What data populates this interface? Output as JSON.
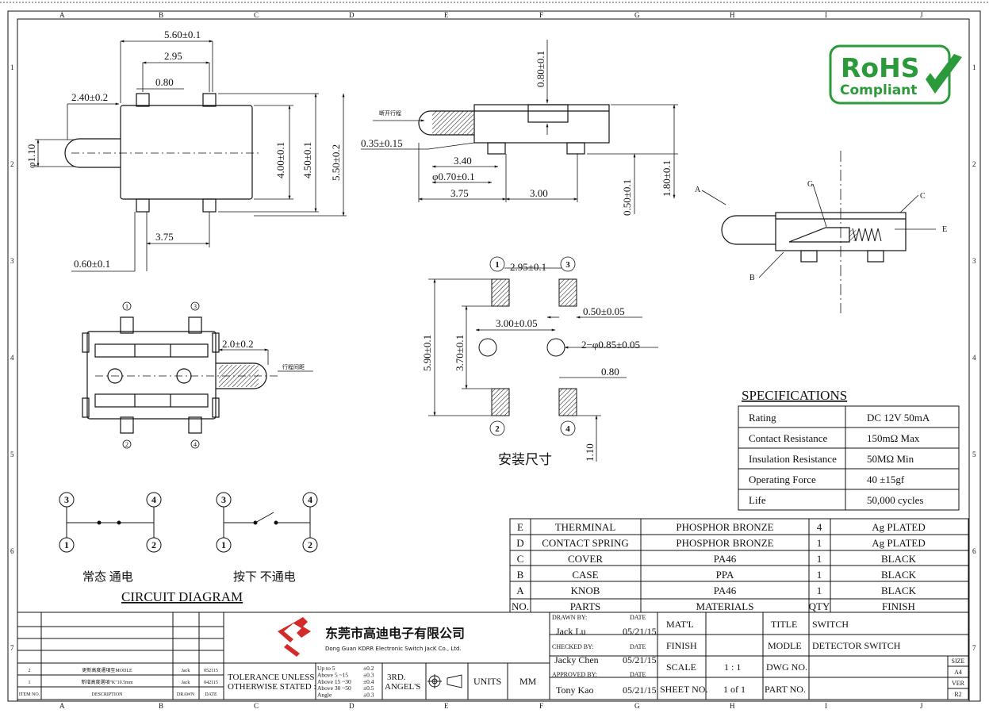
{
  "grid": {
    "cols": [
      "A",
      "B",
      "C",
      "D",
      "E",
      "F",
      "G",
      "H",
      "I",
      "J"
    ],
    "rows": [
      "1",
      "2",
      "3",
      "4",
      "5",
      "6",
      "7"
    ]
  },
  "top_view": {
    "dim_width": "5.60±0.1",
    "dim_pitch": "2.95",
    "dim_pin_w": "0.80",
    "dim_knob_len": "2.40±0.2",
    "dim_knob_dia": "φ1.10",
    "dim_body_h": "4.00±0.1",
    "dim_pin_span": "4.50±0.1",
    "dim_total_h": "5.50±0.2",
    "dim_pin_off": "3.75",
    "dim_pin_edge": "0.60±0.1"
  },
  "side_view": {
    "dim_top": "0.80±0.1",
    "dim_gap": "0.35±0.15",
    "label_travel": "断开行程",
    "dim_340": "3.40",
    "dim_pin_dia": "φ0.70±0.1",
    "dim_375": "3.75",
    "dim_300": "3.00",
    "dim_050": "0.50±0.1",
    "dim_180": "1.80±0.1"
  },
  "bottom_view": {
    "dim_knob_ext": "2.0±0.2",
    "label_travel_dist": "行程间距",
    "pins": [
      "1",
      "3",
      "2",
      "4"
    ]
  },
  "footprint": {
    "pin1": "1",
    "pin2": "2",
    "pin3": "3",
    "pin4": "4",
    "dim_pitch": "2.95±0.1",
    "dim_pad_w": "0.50±0.05",
    "dim_hole_pitch": "3.00±0.05",
    "dim_hole_dia": "2−φ0.85±0.05",
    "dim_pad_h": "0.80",
    "dim_total": "5.90±0.1",
    "dim_inner": "3.70±0.1",
    "dim_110": "1.10",
    "label": "安装尺寸"
  },
  "section_view": {
    "A": "A",
    "B": "B",
    "C": "C",
    "E": "E",
    "G": "G"
  },
  "logo": {
    "line1": "RoHS",
    "line2": "Compliant",
    "color": "#2a9a3a"
  },
  "circuit": {
    "title": "CIRCUIT DIAGRAM",
    "state1": "常态  通电",
    "state2": "按下  不通电",
    "n1": "1",
    "n2": "2",
    "n3": "3",
    "n4": "4"
  },
  "specs": {
    "title": "SPECIFICATIONS",
    "rows": [
      {
        "k": "Rating",
        "v": "DC 12V  50mA"
      },
      {
        "k": "Contact Resistance",
        "v": "150mΩ  Max"
      },
      {
        "k": "Insulation Resistance",
        "v": "50MΩ  Min"
      },
      {
        "k": "Operating Force",
        "v": "40 ±15gf"
      },
      {
        "k": "Life",
        "v": "50,000 cycles"
      }
    ]
  },
  "bom": {
    "rows": [
      {
        "no": "E",
        "part": "THERMINAL",
        "mat": "PHOSPHOR BRONZE",
        "qty": "4",
        "finish": "Ag PLATED"
      },
      {
        "no": "D",
        "part": "CONTACT SPRING",
        "mat": "PHOSPHOR BRONZE",
        "qty": "1",
        "finish": "Ag PLATED"
      },
      {
        "no": "C",
        "part": "COVER",
        "mat": "PA46",
        "qty": "1",
        "finish": "BLACK"
      },
      {
        "no": "B",
        "part": "CASE",
        "mat": "PPA",
        "qty": "1",
        "finish": "BLACK"
      },
      {
        "no": "A",
        "part": "KNOB",
        "mat": "PA46",
        "qty": "1",
        "finish": "BLACK"
      }
    ],
    "header": {
      "no": "NO.",
      "part": "PARTS",
      "mat": "MATERIALS",
      "qty": "QTY",
      "finish": "FINISH"
    }
  },
  "title_block": {
    "company_cn": "东莞市高迪电子有限公司",
    "company_en": "Dong Guan KDRR  Electronic Switch JacK Co., Ltd.",
    "drawn_by_label": "DRAWN BY:",
    "drawn_by": "Jack  Lu",
    "drawn_date": "05/21/15",
    "checked_by_label": "CHECKED BY:",
    "checked_by": "Jacky Chen",
    "checked_date": "05/21/15",
    "approved_by_label": "APPROVED BY:",
    "approved_by": "Tony Kao",
    "approved_date": "05/21/15",
    "date_label": "DATE",
    "matl_label": "MAT'L",
    "finish_label": "FINISH",
    "scale_label": "SCALE",
    "scale": "1 : 1",
    "sheet_label": "SHEET NO.",
    "sheet": "1 of 1",
    "title_label": "TITLE",
    "title": "SWITCH",
    "model_label": "MODLE",
    "model": "DETECTOR SWITCH",
    "dwg_label": "DWG NO.",
    "part_label": "PART NO.",
    "size_label": "SIZE",
    "size": "A4",
    "ver_label": "VER",
    "ver": "R2",
    "tolerance_1": "TOLERANCE UNLESS",
    "tolerance_2": "OTHERWISE STATED :",
    "tol_rows": [
      {
        "r": "Up to 5",
        "v": "±0.2"
      },
      {
        "r": "Above 5  ~15",
        "v": "±0.3"
      },
      {
        "r": "Above 15 ~30",
        "v": "±0.4"
      },
      {
        "r": "Above 30 ~50",
        "v": "±0.5"
      },
      {
        "r": "Angle",
        "v": "±0.3"
      }
    ],
    "angle_1": "3RD.",
    "angle_2": "ANGEL'S",
    "units_label": "UNITS",
    "units": "MM"
  },
  "revisions": {
    "rows": [
      {
        "item": "2",
        "desc": "更新高度遷項至MODLE",
        "drawn": "Jack",
        "date": "052115"
      },
      {
        "item": "1",
        "desc": "新增高度選項\"K\"10.5mm",
        "drawn": "Jack",
        "date": "042115"
      }
    ],
    "header": {
      "item": "ITEM NO.",
      "desc": "DESCRIPTION",
      "drawn": "DRAWN",
      "date": "DATE"
    }
  }
}
